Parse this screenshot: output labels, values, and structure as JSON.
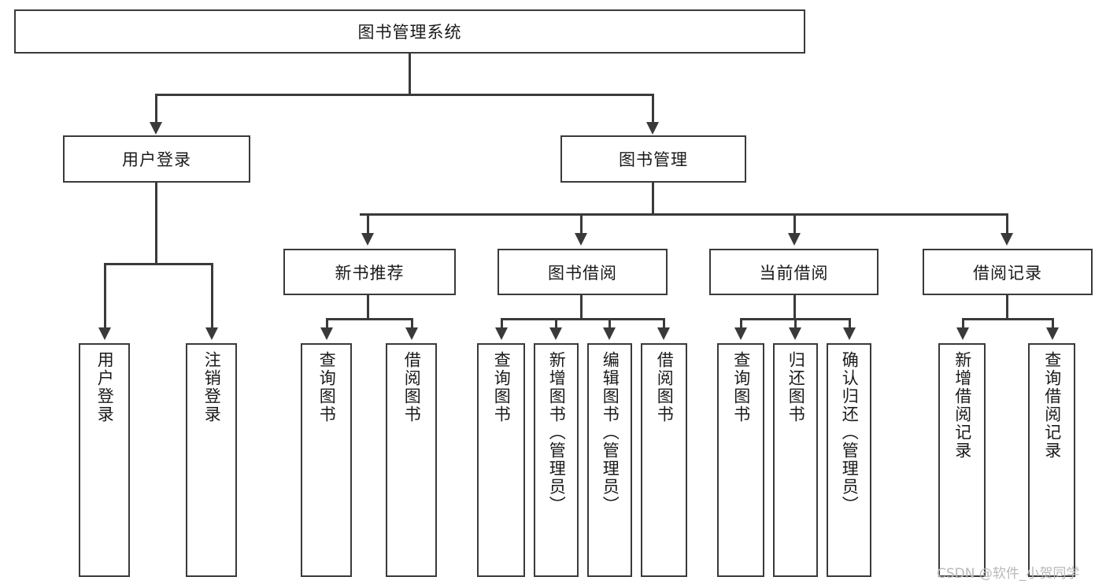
{
  "diagram": {
    "type": "tree-hierarchy",
    "title": "图书管理系统",
    "root": {
      "label": "图书管理系统"
    },
    "level2": [
      {
        "label": "用户登录"
      },
      {
        "label": "图书管理"
      }
    ],
    "level3": [
      {
        "label": "新书推荐"
      },
      {
        "label": "图书借阅"
      },
      {
        "label": "当前借阅"
      },
      {
        "label": "借阅记录"
      }
    ],
    "leaves": {
      "user_login": [
        {
          "label": "用户登录"
        },
        {
          "label": "注销登录"
        }
      ],
      "new_book_recommend": [
        {
          "label": "查询图书"
        },
        {
          "label": "借阅图书"
        }
      ],
      "book_borrow": [
        {
          "label": "查询图书"
        },
        {
          "label": "新增图书（管理员）"
        },
        {
          "label": "编辑图书（管理员）"
        },
        {
          "label": "借阅图书"
        }
      ],
      "current_borrow": [
        {
          "label": "查询图书"
        },
        {
          "label": "归还图书"
        },
        {
          "label": "确认归还（管理员）"
        }
      ],
      "borrow_record": [
        {
          "label": "新增借阅记录"
        },
        {
          "label": "查询借阅记录"
        }
      ]
    }
  },
  "watermark": {
    "text": "CSDN @软件_小贺同学"
  },
  "colors": {
    "stroke": "#3a3a3a",
    "background": "#ffffff",
    "text": "#1a1a1a",
    "watermark": "#b9b9b9"
  }
}
